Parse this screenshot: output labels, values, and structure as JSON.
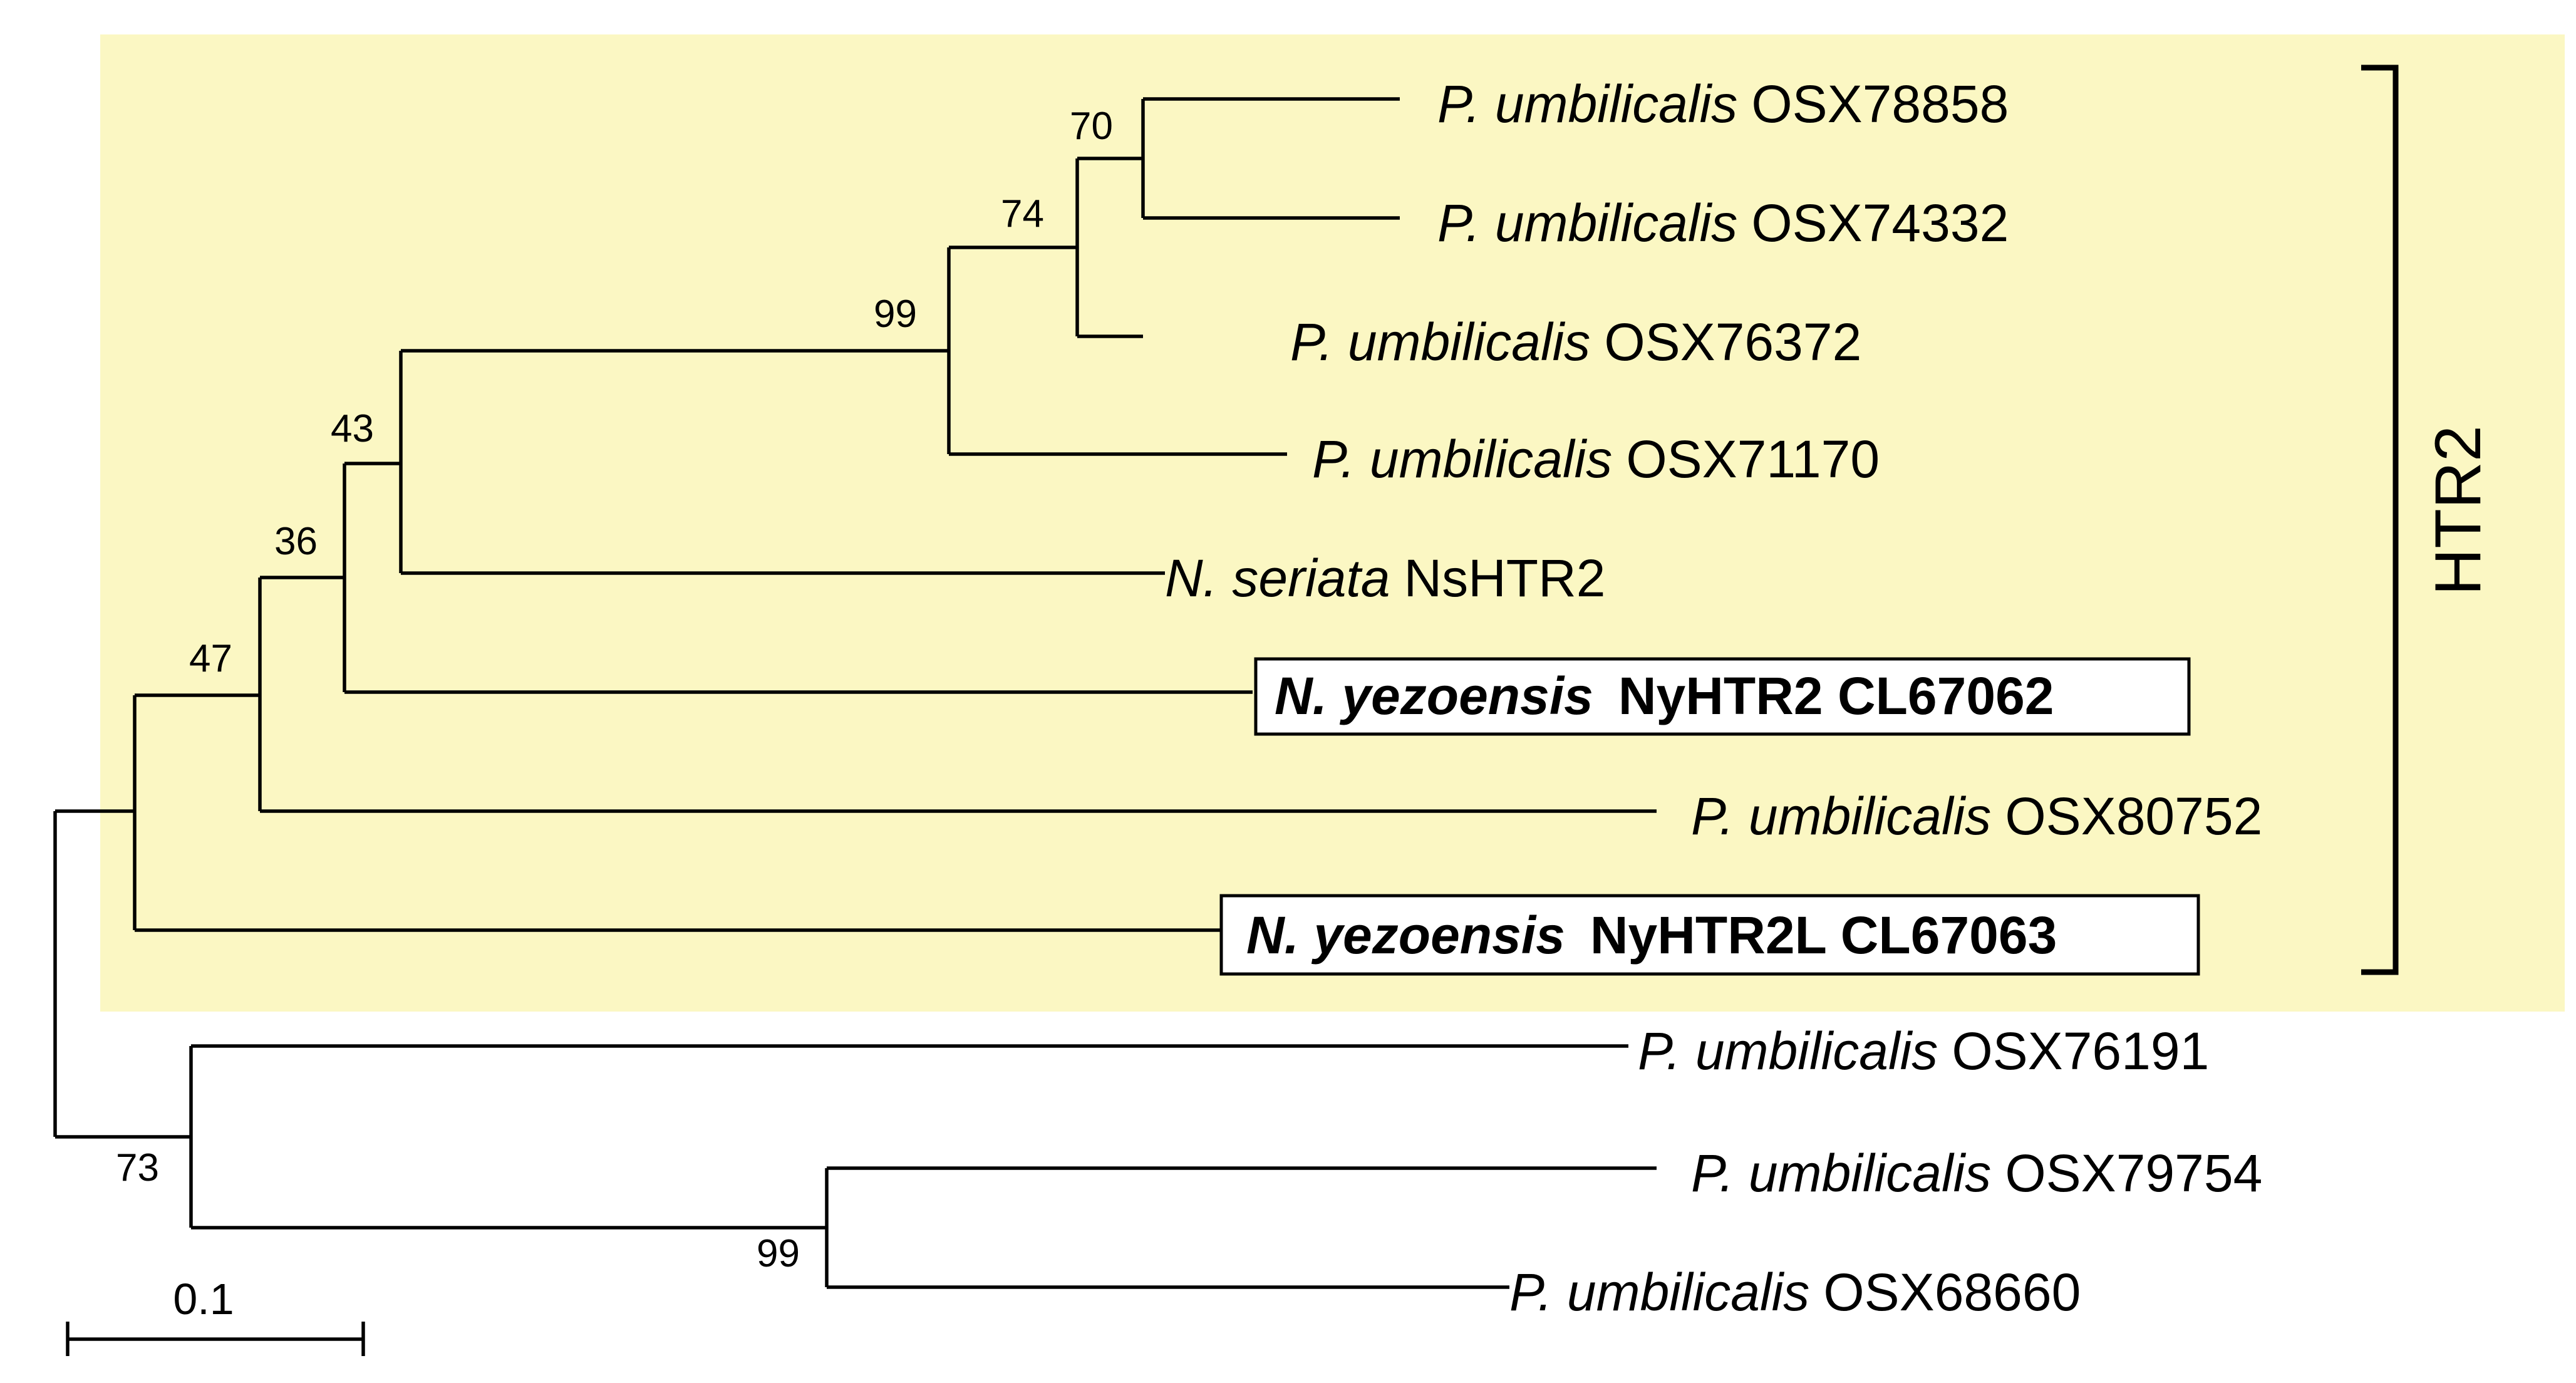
{
  "tree": {
    "highlight_color": "#fbf7c3",
    "clade_label": "HTR2",
    "scale_bar_label": "0.1",
    "leaves": [
      {
        "species": "P. umbilicalis",
        "accession": "OSX78858",
        "boxed": false,
        "bold": false
      },
      {
        "species": "P. umbilicalis",
        "accession": "OSX74332",
        "boxed": false,
        "bold": false
      },
      {
        "species": "P. umbilicalis",
        "accession": "OSX76372",
        "boxed": false,
        "bold": false
      },
      {
        "species": "P. umbilicalis",
        "accession": "OSX71170",
        "boxed": false,
        "bold": false
      },
      {
        "species": "N. seriata",
        "accession": "NsHTR2",
        "boxed": false,
        "bold": false
      },
      {
        "species": "N. yezoensis",
        "accession": "NyHTR2  CL67062",
        "boxed": true,
        "bold": true
      },
      {
        "species": "P. umbilicalis",
        "accession": "OSX80752",
        "boxed": false,
        "bold": false
      },
      {
        "species": "N. yezoensis",
        "accession": "NyHTR2L  CL67063",
        "boxed": true,
        "bold": true
      },
      {
        "species": "P. umbilicalis",
        "accession": "OSX76191",
        "boxed": false,
        "bold": false
      },
      {
        "species": "P. umbilicalis",
        "accession": "OSX79754",
        "boxed": false,
        "bold": false
      },
      {
        "species": "P. umbilicalis",
        "accession": "OSX68660",
        "boxed": false,
        "bold": false
      }
    ],
    "bootstrap": [
      "70",
      "74",
      "99",
      "43",
      "36",
      "47",
      "73",
      "99"
    ]
  }
}
